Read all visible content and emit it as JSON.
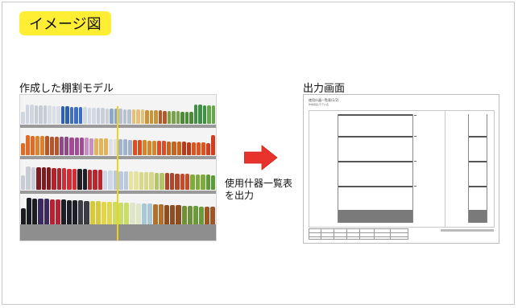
{
  "header": {
    "title": "イメージ図"
  },
  "left": {
    "label": "作成した棚割モデル"
  },
  "arrow": {
    "caption_line1": "使用什器一覧表",
    "caption_line2": "を出力",
    "color": "#e8322c"
  },
  "right": {
    "label": "出力画面",
    "doc_title": "使用什器一覧表(1/2)",
    "doc_subtitle": "作成者名/モデル名"
  },
  "colors": {
    "badge": "#ffee33",
    "divider": "#f0d21a"
  }
}
